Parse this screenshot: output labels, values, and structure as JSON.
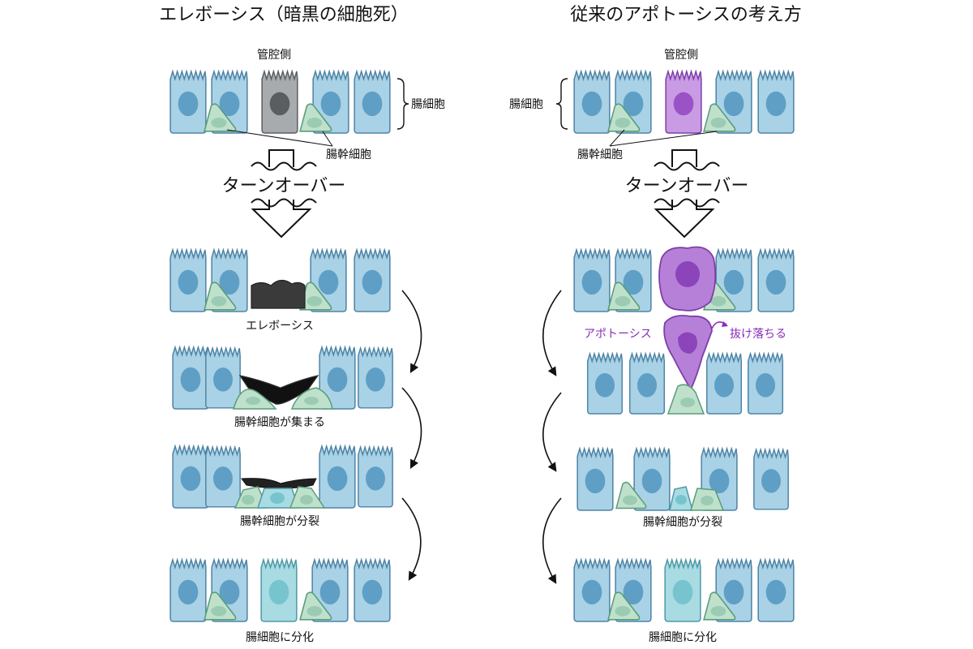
{
  "left": {
    "title": "エレボーシス（暗黒の細胞死）",
    "lumen_side": "管腔側",
    "enterocytes": "腸細胞",
    "stem_cells": "腸幹細胞",
    "turnover": "ターンオーバー",
    "steps": [
      "エレボーシス",
      "腸幹細胞が集まる",
      "腸幹細胞が分裂",
      "腸細胞に分化"
    ]
  },
  "right": {
    "title": "従来のアポトーシスの考え方",
    "lumen_side": "管腔側",
    "enterocytes": "腸細胞",
    "stem_cells": "腸幹細胞",
    "turnover": "ターンオーバー",
    "apoptosis": "アポトーシス",
    "fall_out": "抜け落ちる",
    "steps": [
      "腸幹細胞が分裂",
      "腸細胞に分化"
    ]
  },
  "colors": {
    "enterocyte_fill": "#a9d2e6",
    "nucleus": "#5f9fc6",
    "stem_fill": "#bfe1cc",
    "stem_nucleus": "#9ccbb3",
    "dead_gray": "#a7abae",
    "apoptotic_purple": "#b680d8",
    "label_purple": "#8a2fb8",
    "erebosis_dark": "#2c2c2c"
  }
}
